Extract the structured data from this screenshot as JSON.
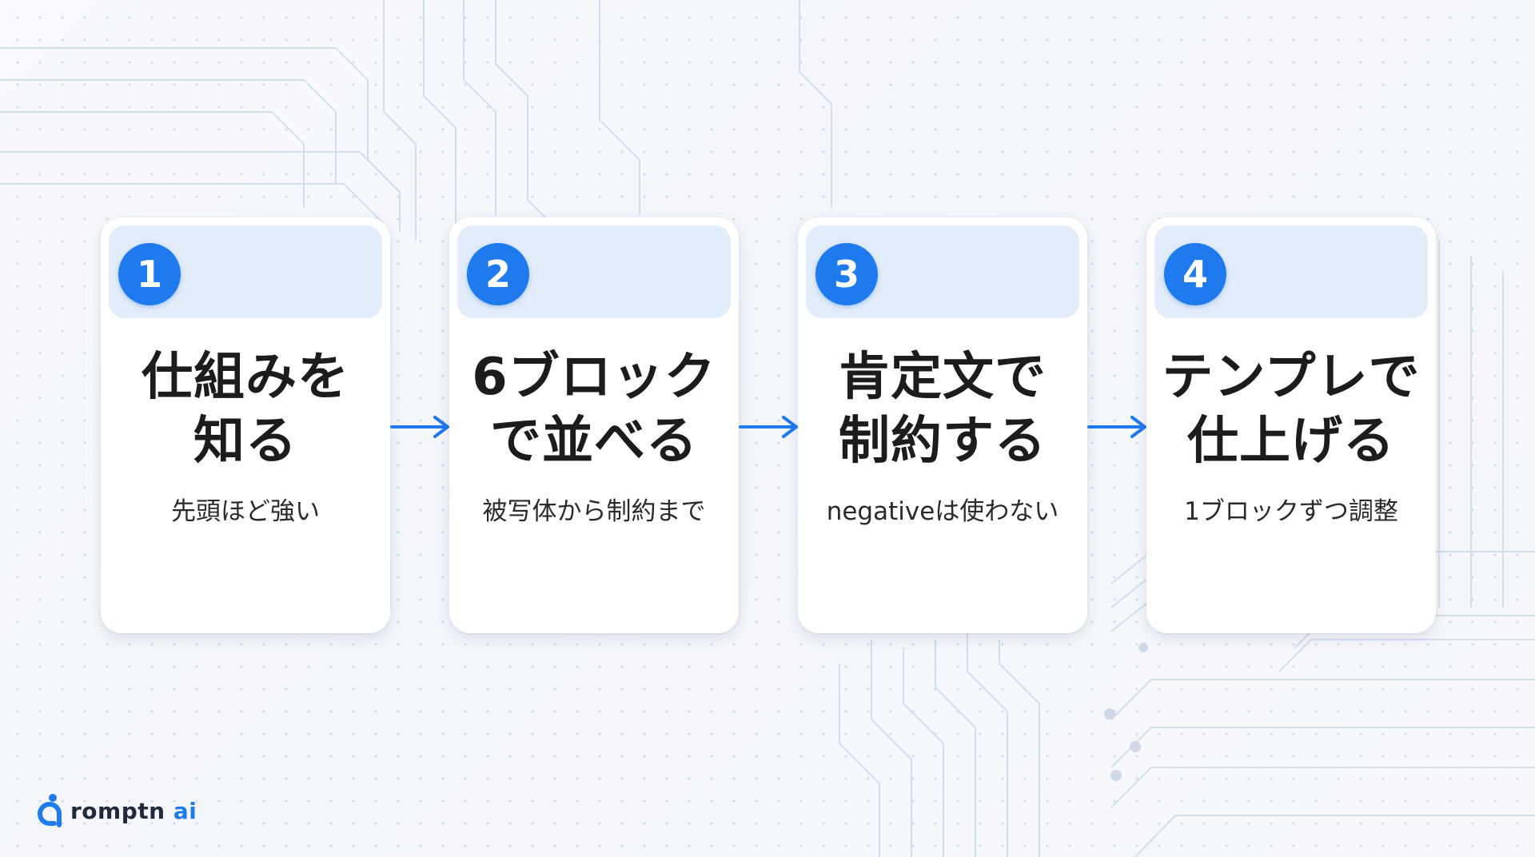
{
  "steps": [
    {
      "number": "1",
      "title_line1": "仕組みを",
      "title_line2": "知る",
      "subtitle": "先頭ほど強い"
    },
    {
      "number": "2",
      "title_line1": "6ブロック",
      "title_line2": "で並べる",
      "subtitle": "被写体から制約まで"
    },
    {
      "number": "3",
      "title_line1": "肯定文で",
      "title_line2": "制約する",
      "subtitle": "negativeは使わない"
    },
    {
      "number": "4",
      "title_line1": "テンプレで",
      "title_line2": "仕上げる",
      "subtitle": "1ブロックずつ調整"
    }
  ],
  "logo": {
    "name": "romptn",
    "suffix": " ai"
  },
  "colors": {
    "accent": "#1f7aee",
    "header": "#e3ecf9",
    "card": "#ffffff"
  }
}
